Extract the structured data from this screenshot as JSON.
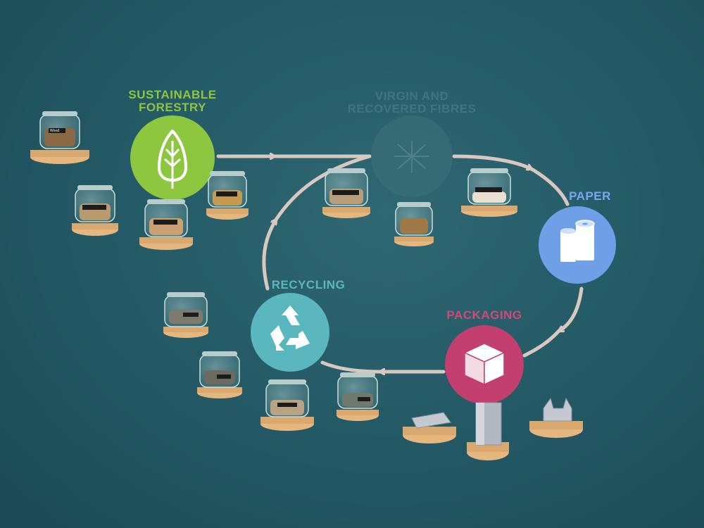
{
  "labels": {
    "forestry": "SUSTAINABLE\nFORESTRY",
    "virgin": "VIRGIN AND\nRECOVERED FIBRES",
    "paper": "PAPER",
    "packaging": "PACKAGING",
    "recycling": "RECYCLING"
  },
  "colors": {
    "wall": "#245b67",
    "forestry": "#8dc63f",
    "virgin": "#3d6f7a",
    "paper": "#6f9fe6",
    "packaging": "#c23f6f",
    "recycling": "#5ab7be",
    "arrow": "#d7c8c0",
    "shelf": "#e6b67f"
  },
  "icons": {
    "forestry": "tree-icon",
    "virgin": "fibres-icon",
    "paper": "paper-rolls-icon",
    "packaging": "box-icon",
    "recycling": "recycle-icon"
  }
}
